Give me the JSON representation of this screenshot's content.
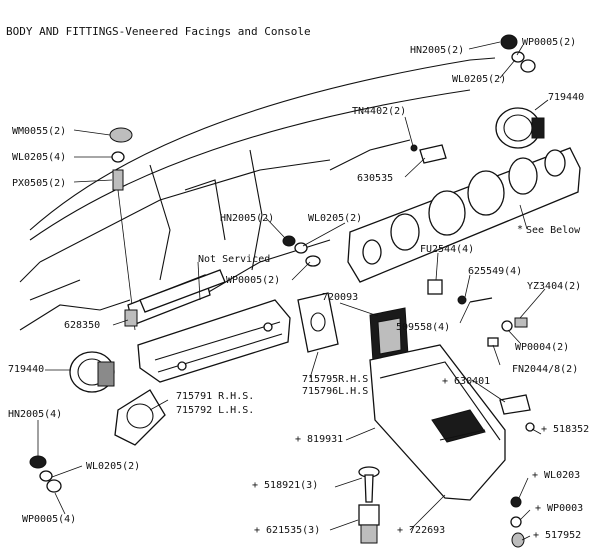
{
  "title": "BODY AND FITTINGS-Veneered Facings and Console",
  "labels": {
    "hn2005_top": "HN2005(2)",
    "wp0005_top": "WP0005(2)",
    "wl0205_top": "WL0205(2)",
    "p719440_top": "719440",
    "tn4402": "TN4402(2)",
    "p630535": "630535",
    "see_below": "See Below",
    "wm0055": "WM0055(2)",
    "wl0205_left": "WL0205(4)",
    "px0505": "PX0505(2)",
    "hn2005_mid": "HN2005(2)",
    "wl0205_mid": "WL0205(2)",
    "not_serviced": "Not Serviced",
    "wp0005_mid": "WP0005(2)",
    "fu2544": "FU2544(4)",
    "p625549": "625549(4)",
    "yz3404": "YZ3404(2)",
    "p628350": "628350",
    "p720093": "720093",
    "p509558": "509558(4)",
    "wp0004": "WP0004(2)",
    "fn2044": "FN2044/8(2)",
    "p719440_left": "719440",
    "p715795": "715795R.H.S",
    "p715796": "715796L.H.S",
    "p630401": "+ 630401",
    "p715791": "715791 R.H.S.",
    "p715792": "715792 L.H.S.",
    "hn2005_bot": "HN2005(4)",
    "p518352": "+ 518352",
    "p819931": "+ 819931",
    "wl0205_bot": "WL0205(2)",
    "wl0203": "+ WL0203",
    "p518921": "+ 518921(3)",
    "wp0003": "+ WP0003",
    "wp0005_bot": "WP0005(4)",
    "p621535": "+ 621535(3)",
    "p722693": "+ 722693",
    "p517952": "+ 517952"
  }
}
